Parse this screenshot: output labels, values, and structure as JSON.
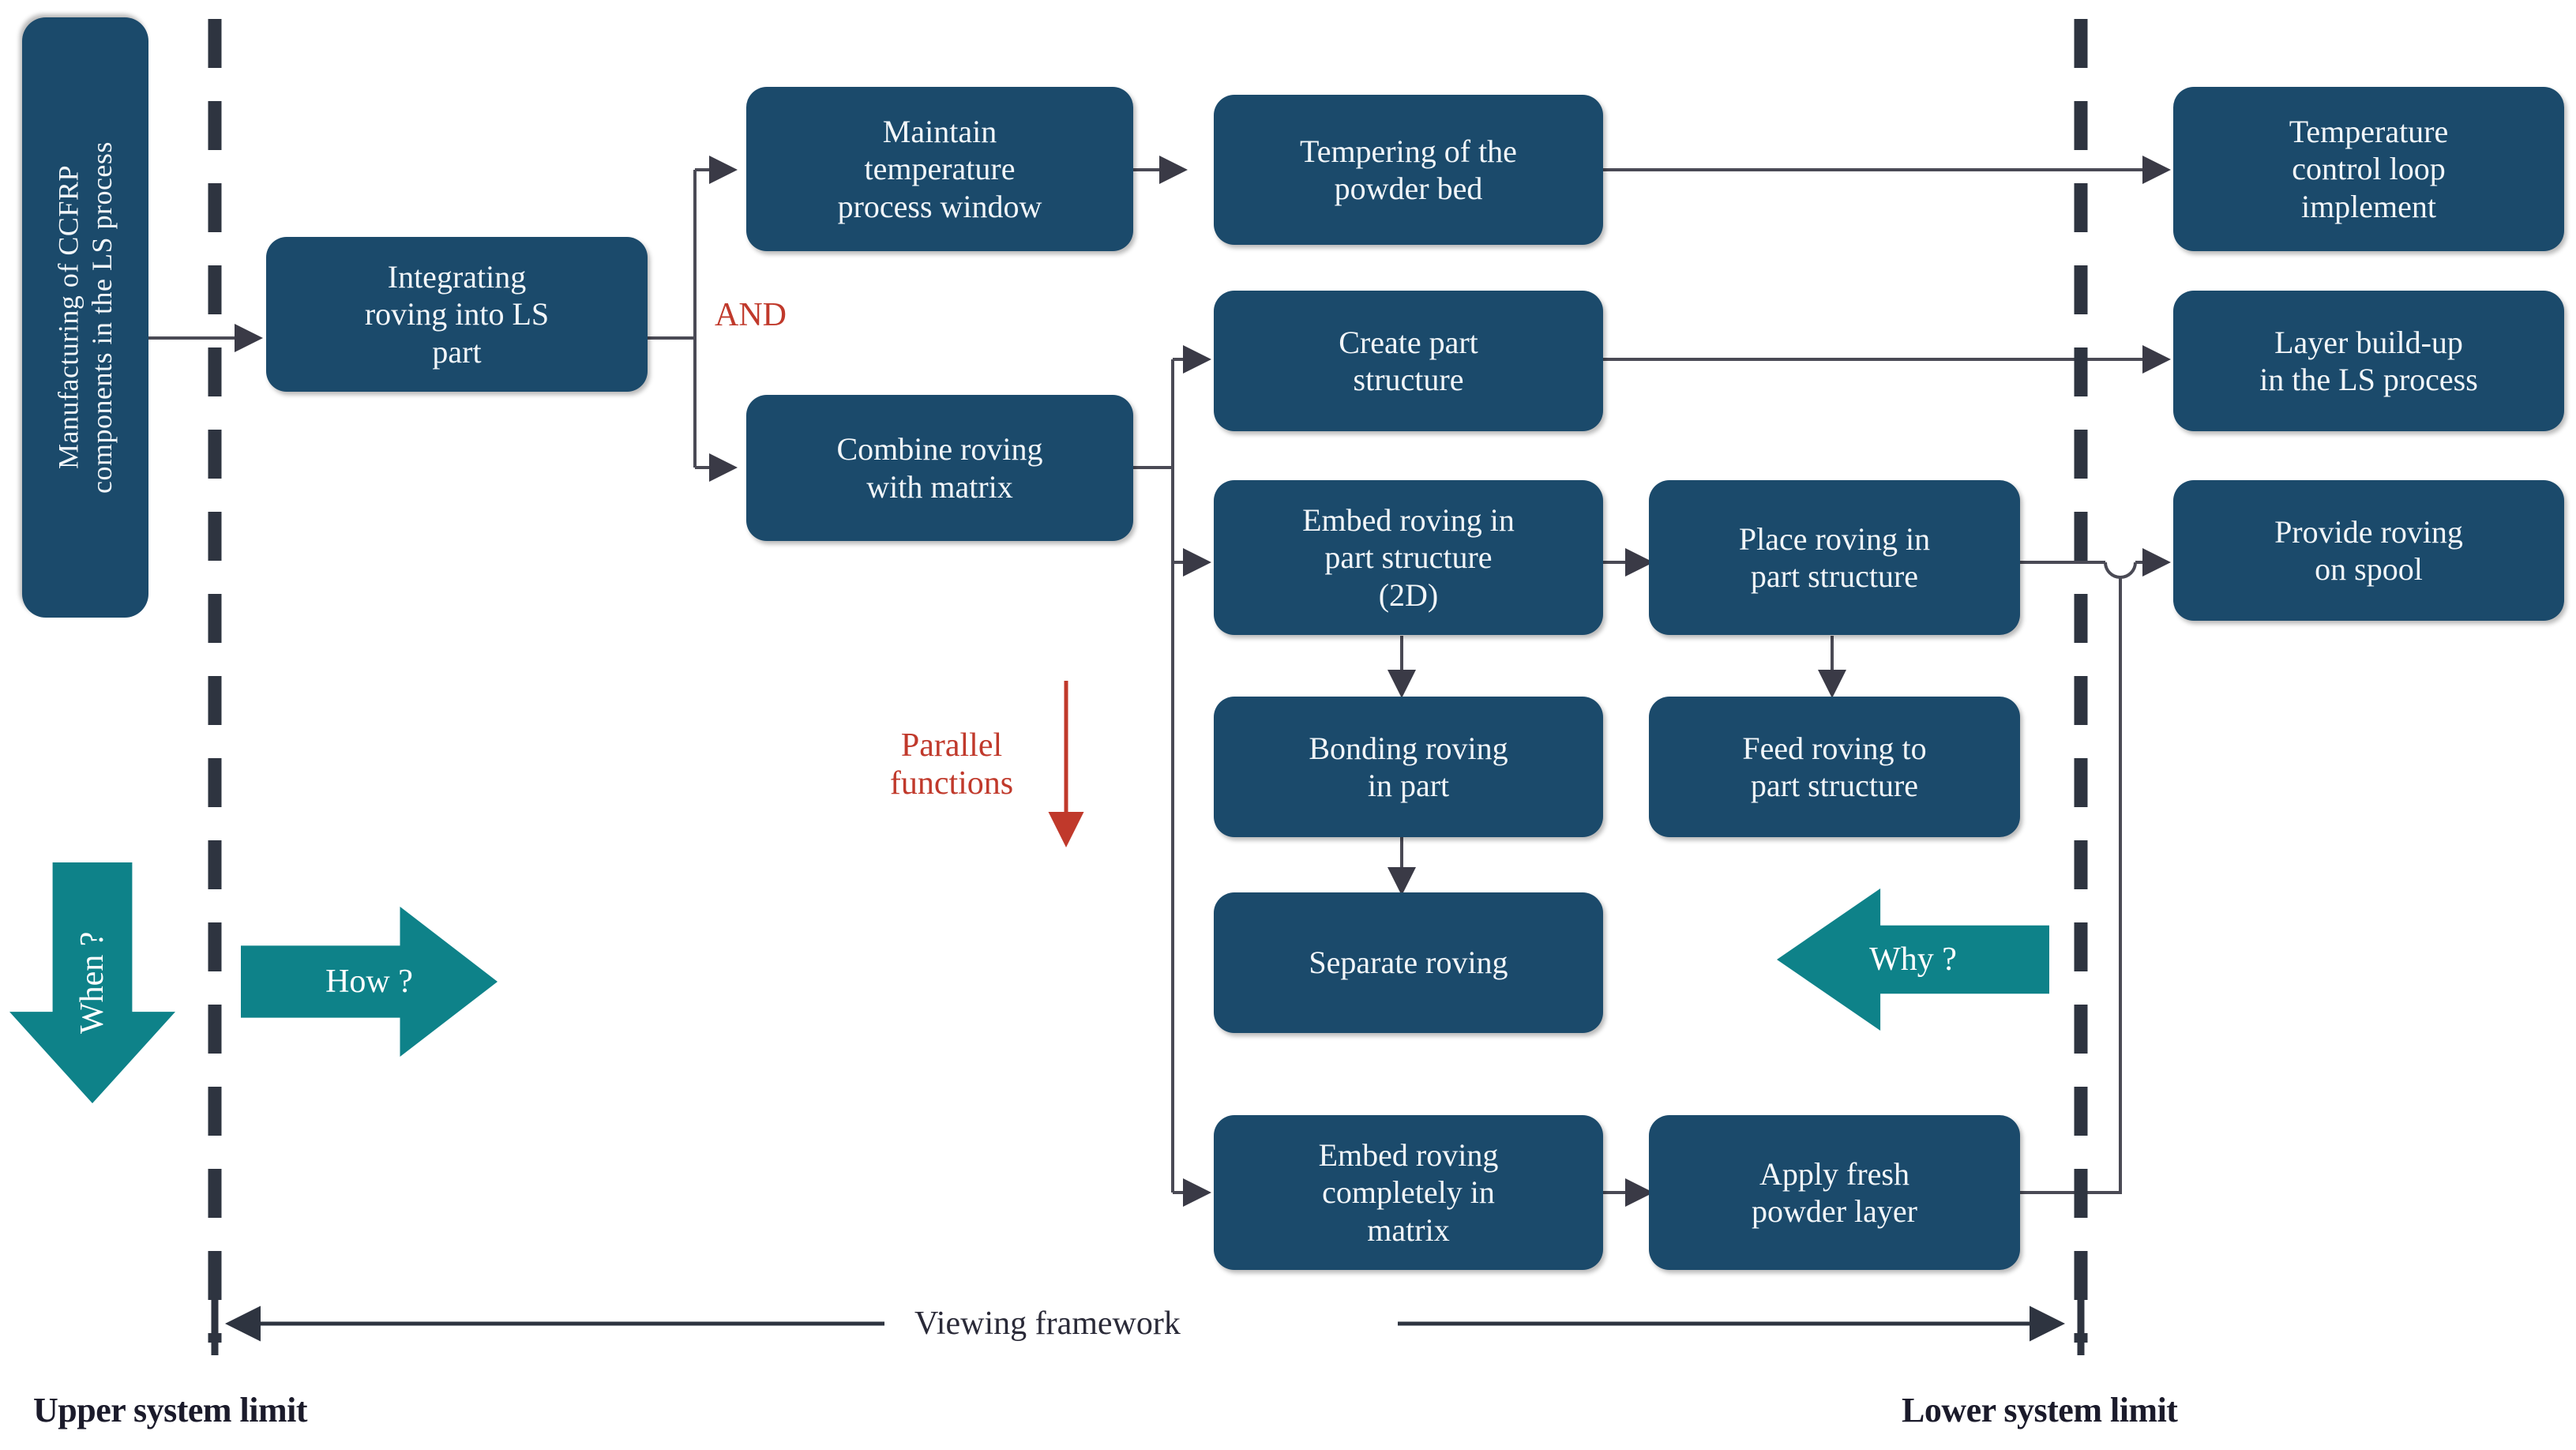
{
  "diagram": {
    "title_box": "Manufacturing of CCFRP components in the LS process",
    "colors": {
      "node_fill": "#1b4a6b",
      "node_text": "#f2f6f9",
      "teal": "#0e8289",
      "red": "#c0392b",
      "limit_line": "#2e3440",
      "connector": "#4a4a55"
    },
    "nodes": [
      {
        "id": "goal",
        "label": "Manufacturing of CCFRP\ncomponents in the LS process"
      },
      {
        "id": "integrating",
        "label": "Integrating\nroving into LS\npart"
      },
      {
        "id": "maintain",
        "label": "Maintain\ntemperature\nprocess window"
      },
      {
        "id": "combine",
        "label": "Combine roving\nwith matrix"
      },
      {
        "id": "tempering",
        "label": "Tempering of the\npowder bed"
      },
      {
        "id": "createpart",
        "label": "Create part\nstructure"
      },
      {
        "id": "embed2d",
        "label": "Embed roving in\npart structure\n(2D)"
      },
      {
        "id": "bonding",
        "label": "Bonding roving\nin part"
      },
      {
        "id": "separate",
        "label": "Separate roving"
      },
      {
        "id": "embedfull",
        "label": "Embed roving\ncompletely in\nmatrix"
      },
      {
        "id": "placeroving",
        "label": "Place roving in\npart structure"
      },
      {
        "id": "feedroving",
        "label": "Feed roving to\npart structure"
      },
      {
        "id": "applyfresh",
        "label": "Apply fresh\npowder layer"
      },
      {
        "id": "tempctrl",
        "label": "Temperature\ncontrol loop\nimplement"
      },
      {
        "id": "layerbuild",
        "label": "Layer build-up\nin the LS process"
      },
      {
        "id": "providerov",
        "label": "Provide roving\non spool"
      }
    ],
    "annotations": {
      "and_label": "AND",
      "parallel_functions": "Parallel\nfunctions"
    },
    "question_arrows": [
      {
        "id": "when",
        "label": "When ?",
        "direction": "down"
      },
      {
        "id": "how",
        "label": "How ?",
        "direction": "right"
      },
      {
        "id": "why",
        "label": "Why ?",
        "direction": "left"
      }
    ],
    "framework": {
      "viewing_framework": "Viewing framework",
      "upper_system_limit": "Upper system limit",
      "lower_system_limit": "Lower system limit"
    }
  }
}
